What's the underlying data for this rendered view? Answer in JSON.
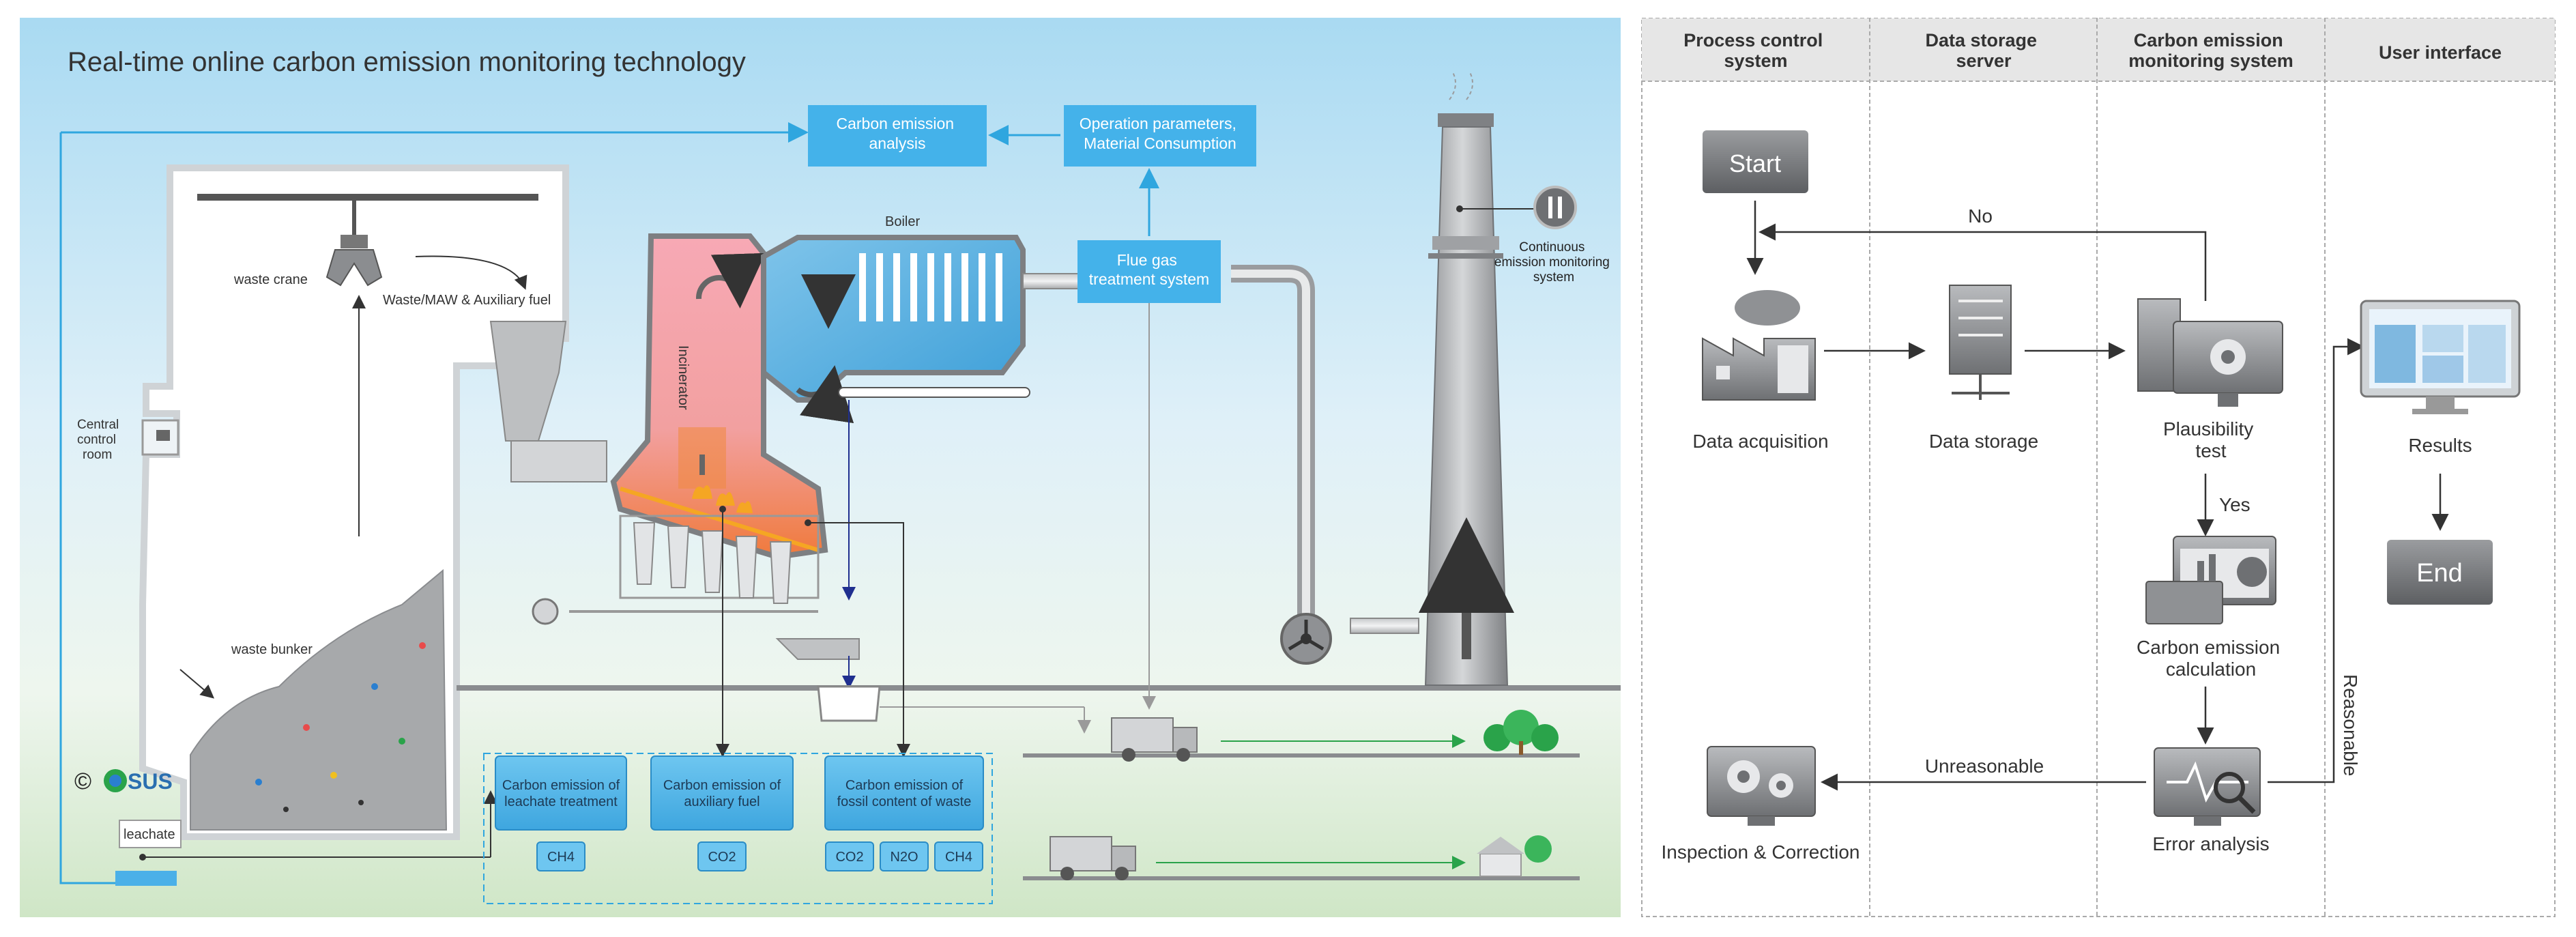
{
  "left_panel": {
    "title": "Real-time online carbon emission monitoring technology",
    "labels": {
      "waste_crane": "waste crane",
      "waste_fuel": "Waste/MAW & Auxiliary fuel",
      "central_control_room": [
        "Central",
        "control",
        "room"
      ],
      "waste_bunker": "waste bunker",
      "leachate": "leachate",
      "incinerator": "Incinerator",
      "boiler": "Boiler",
      "flue_gas": [
        "Flue gas",
        "treatment system"
      ],
      "carbon_emission_analysis": [
        "Carbon emission",
        "analysis"
      ],
      "operation_parameters": [
        "Operation parameters,",
        "Material Consumption"
      ],
      "cems": [
        "Continuous",
        "emission monitoring",
        "system"
      ],
      "logo_text": "SUS",
      "copyright_symbol": "©"
    },
    "emission_boxes": [
      {
        "label": [
          "Carbon emission of",
          "leachate treatment"
        ],
        "gases": [
          "CH4"
        ]
      },
      {
        "label": [
          "Carbon emission of",
          "auxiliary fuel"
        ],
        "gases": [
          "CO2"
        ]
      },
      {
        "label": [
          "Carbon emission of",
          "fossil content of waste"
        ],
        "gases": [
          "CO2",
          "N2O",
          "CH4"
        ]
      }
    ]
  },
  "flowchart": {
    "columns": [
      {
        "title": [
          "Process control",
          "system"
        ]
      },
      {
        "title": [
          "Data storage",
          "server"
        ]
      },
      {
        "title": [
          "Carbon emission",
          "monitoring system"
        ]
      },
      {
        "title": [
          "User interface"
        ]
      }
    ],
    "nodes": {
      "start": "Start",
      "end": "End",
      "data_acquisition": "Data acquisition",
      "data_storage": "Data storage",
      "plausibility_test": [
        "Plausibility",
        "test"
      ],
      "carbon_emission_calculation": [
        "Carbon emission",
        "calculation"
      ],
      "error_analysis": "Error analysis",
      "inspection_correction": "Inspection & Correction",
      "results": "Results"
    },
    "edge_labels": {
      "no": "No",
      "yes": "Yes",
      "unreasonable": "Unreasonable",
      "reasonable": "Reasonable"
    }
  }
}
